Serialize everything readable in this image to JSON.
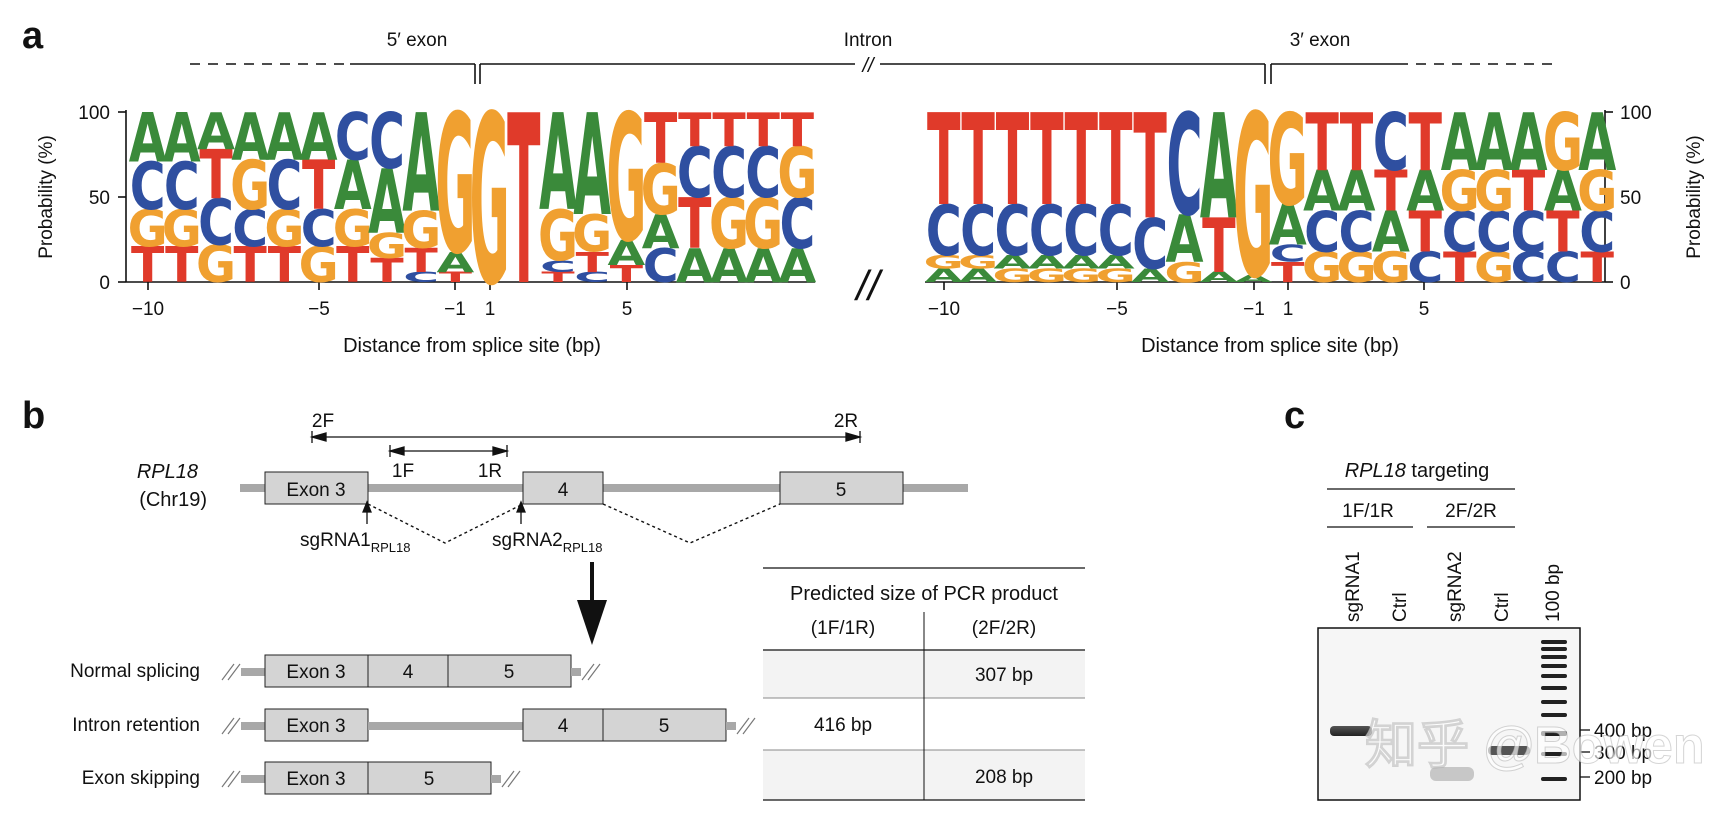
{
  "panel_a": {
    "letter": "a",
    "region_labels": {
      "five_exon": "5′ exon",
      "intron": "Intron",
      "three_exon": "3′ exon",
      "break": "//"
    },
    "ylabel_left": "Probability (%)",
    "ylabel_right": "Probability (%)",
    "yticks": [
      "0",
      "50",
      "100"
    ],
    "xlabel_left": "Distance from splice site (bp)",
    "xlabel_right": "Distance from splice site (bp)",
    "xticks_left": [
      "−10",
      "−5",
      "−1",
      "1",
      "5"
    ],
    "xticks_right": [
      "−10",
      "−5",
      "−1",
      "1",
      "5"
    ],
    "axis_break": "//"
  },
  "chart_data": [
    {
      "type": "sequence-logo",
      "title": "",
      "xlabel": "Distance from splice site (bp)",
      "ylabel": "Probability (%)",
      "ylim": [
        0,
        100
      ],
      "positions": [
        -10,
        -9,
        -8,
        -7,
        -6,
        -5,
        -4,
        -3,
        -2,
        -1,
        1,
        2,
        3,
        4,
        5,
        6,
        7,
        8,
        9,
        10
      ],
      "columns": [
        [
          [
            "T",
            21
          ],
          [
            "G",
            22
          ],
          [
            "C",
            28
          ],
          [
            "A",
            29
          ]
        ],
        [
          [
            "T",
            21
          ],
          [
            "G",
            22
          ],
          [
            "C",
            28
          ],
          [
            "A",
            29
          ]
        ],
        [
          [
            "G",
            22
          ],
          [
            "C",
            27
          ],
          [
            "T",
            29
          ],
          [
            "A",
            22
          ]
        ],
        [
          [
            "T",
            21
          ],
          [
            "C",
            22
          ],
          [
            "G",
            29
          ],
          [
            "A",
            28
          ]
        ],
        [
          [
            "T",
            21
          ],
          [
            "G",
            22
          ],
          [
            "C",
            29
          ],
          [
            "A",
            28
          ]
        ],
        [
          [
            "G",
            21
          ],
          [
            "C",
            22
          ],
          [
            "T",
            29
          ],
          [
            "A",
            28
          ]
        ],
        [
          [
            "T",
            21
          ],
          [
            "G",
            22
          ],
          [
            "A",
            29
          ],
          [
            "C",
            28
          ]
        ],
        [
          [
            "T",
            14
          ],
          [
            "G",
            15
          ],
          [
            "A",
            38
          ],
          [
            "C",
            33
          ]
        ],
        [
          [
            "C",
            6
          ],
          [
            "T",
            14
          ],
          [
            "G",
            22
          ],
          [
            "A",
            58
          ]
        ],
        [
          [
            "T",
            6
          ],
          [
            "A",
            12
          ],
          [
            "G",
            82
          ]
        ],
        [
          [
            "G",
            100
          ]
        ],
        [
          [
            "T",
            100
          ]
        ],
        [
          [
            "T",
            6
          ],
          [
            "C",
            7
          ],
          [
            "G",
            30
          ],
          [
            "A",
            57
          ]
        ],
        [
          [
            "C",
            6
          ],
          [
            "T",
            12
          ],
          [
            "G",
            22
          ],
          [
            "A",
            60
          ]
        ],
        [
          [
            "T",
            10
          ],
          [
            "A",
            15
          ],
          [
            "G",
            75
          ]
        ],
        [
          [
            "C",
            20
          ],
          [
            "A",
            20
          ],
          [
            "G",
            30
          ],
          [
            "T",
            30
          ]
        ],
        [
          [
            "A",
            20
          ],
          [
            "T",
            30
          ],
          [
            "C",
            30
          ],
          [
            "T",
            20
          ]
        ],
        [
          [
            "A",
            20
          ],
          [
            "G",
            30
          ],
          [
            "C",
            30
          ],
          [
            "T",
            20
          ]
        ],
        [
          [
            "A",
            20
          ],
          [
            "G",
            30
          ],
          [
            "C",
            30
          ],
          [
            "T",
            20
          ]
        ],
        [
          [
            "A",
            20
          ],
          [
            "C",
            30
          ],
          [
            "G",
            30
          ],
          [
            "T",
            20
          ]
        ]
      ]
    },
    {
      "type": "sequence-logo",
      "title": "",
      "xlabel": "Distance from splice site (bp)",
      "ylabel": "Probability (%)",
      "ylim": [
        0,
        100
      ],
      "positions": [
        -10,
        -9,
        -8,
        -7,
        -6,
        -5,
        -4,
        -3,
        -2,
        -1,
        1,
        2,
        3,
        4,
        5,
        6,
        7,
        8,
        9,
        10
      ],
      "columns": [
        [
          [
            "A",
            8
          ],
          [
            "G",
            8
          ],
          [
            "C",
            30
          ],
          [
            "T",
            54
          ]
        ],
        [
          [
            "A",
            8
          ],
          [
            "G",
            8
          ],
          [
            "C",
            30
          ],
          [
            "T",
            54
          ]
        ],
        [
          [
            "G",
            8
          ],
          [
            "A",
            8
          ],
          [
            "C",
            30
          ],
          [
            "T",
            54
          ]
        ],
        [
          [
            "G",
            8
          ],
          [
            "A",
            8
          ],
          [
            "C",
            30
          ],
          [
            "T",
            54
          ]
        ],
        [
          [
            "G",
            8
          ],
          [
            "A",
            8
          ],
          [
            "C",
            30
          ],
          [
            "T",
            54
          ]
        ],
        [
          [
            "G",
            8
          ],
          [
            "A",
            8
          ],
          [
            "C",
            30
          ],
          [
            "T",
            54
          ]
        ],
        [
          [
            "A",
            8
          ],
          [
            "C",
            30
          ],
          [
            "T",
            62
          ]
        ],
        [
          [
            "G",
            12
          ],
          [
            "A",
            28
          ],
          [
            "C",
            60
          ]
        ],
        [
          [
            "A",
            6
          ],
          [
            "T",
            32
          ],
          [
            "A",
            62
          ]
        ],
        [
          [
            "A",
            4
          ],
          [
            "G",
            96
          ]
        ],
        [
          [
            "T",
            12
          ],
          [
            "C",
            10
          ],
          [
            "A",
            24
          ],
          [
            "G",
            54
          ]
        ],
        [
          [
            "G",
            18
          ],
          [
            "C",
            24
          ],
          [
            "A",
            24
          ],
          [
            "T",
            34
          ]
        ],
        [
          [
            "G",
            18
          ],
          [
            "C",
            24
          ],
          [
            "A",
            24
          ],
          [
            "T",
            34
          ]
        ],
        [
          [
            "G",
            18
          ],
          [
            "A",
            24
          ],
          [
            "T",
            24
          ],
          [
            "C",
            34
          ]
        ],
        [
          [
            "C",
            18
          ],
          [
            "T",
            24
          ],
          [
            "A",
            24
          ],
          [
            "T",
            34
          ]
        ],
        [
          [
            "T",
            18
          ],
          [
            "C",
            24
          ],
          [
            "G",
            24
          ],
          [
            "A",
            34
          ]
        ],
        [
          [
            "G",
            18
          ],
          [
            "C",
            24
          ],
          [
            "G",
            24
          ],
          [
            "A",
            34
          ]
        ],
        [
          [
            "C",
            18
          ],
          [
            "C",
            24
          ],
          [
            "T",
            24
          ],
          [
            "A",
            34
          ]
        ],
        [
          [
            "C",
            18
          ],
          [
            "T",
            24
          ],
          [
            "A",
            24
          ],
          [
            "G",
            34
          ]
        ],
        [
          [
            "T",
            18
          ],
          [
            "C",
            24
          ],
          [
            "G",
            24
          ],
          [
            "A",
            34
          ]
        ]
      ]
    }
  ],
  "panel_b": {
    "letter": "b",
    "gene": "RPL18",
    "chrom": "(Chr19)",
    "primers": {
      "f2": "2F",
      "r2": "2R",
      "f1": "1F",
      "r1": "1R"
    },
    "exons": {
      "e3": "Exon 3",
      "e4": "4",
      "e5": "5"
    },
    "sgrna1": {
      "main": "sgRNA1",
      "sub": "RPL18"
    },
    "sgrna2": {
      "main": "sgRNA2",
      "sub": "RPL18"
    },
    "outcomes": {
      "normal": "Normal splicing",
      "retention": "Intron retention",
      "skipping": "Exon skipping"
    },
    "table": {
      "title": "Predicted size of PCR product",
      "col1": "(1F/1R)",
      "col2": "(2F/2R)",
      "r1c1": "",
      "r1c2": "307 bp",
      "r2c1": "416 bp",
      "r2c2": "",
      "r3c1": "",
      "r3c2": "208 bp"
    }
  },
  "panel_c": {
    "letter": "c",
    "header": "RPL18",
    "header_suffix": " targeting",
    "group1": "1F/1R",
    "group2": "2F/2R",
    "lanes": [
      "sgRNA1",
      "Ctrl",
      "sgRNA2",
      "Ctrl",
      "100 bp"
    ],
    "markers": [
      "400 bp",
      "300 bp",
      "200 bp"
    ]
  },
  "watermark": {
    "text": "知乎 @Bowen"
  },
  "colors": {
    "A": "#3a8a3a",
    "C": "#2f4fa0",
    "G": "#f0a030",
    "T": "#e03a2a",
    "gel_bg": "#f6f6f6",
    "exon_fill": "#d4d4d4",
    "intron_line": "#a8a8a8"
  }
}
